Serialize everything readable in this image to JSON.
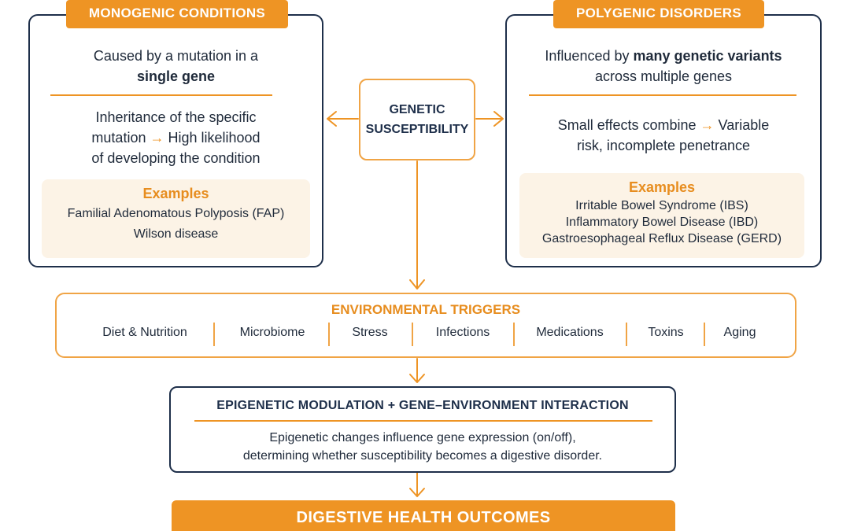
{
  "monogenic": {
    "tag": "MONOGENIC CONDITIONS",
    "desc_line1": "Caused by a mutation in a",
    "desc_bold": "single gene",
    "inherit_line1a": "Inheritance of the specific",
    "inherit_line2a": "mutation",
    "arrow": "→",
    "inherit_line2b": "High likelihood",
    "inherit_line3": "of developing the condition",
    "examples_title": "Examples",
    "examples": [
      "Familial Adenomatous Polyposis (FAP)",
      "Wilson disease"
    ]
  },
  "polygenic": {
    "tag": "POLYGENIC DISORDERS",
    "desc_a": "Influenced by ",
    "desc_bold": "many genetic variants",
    "desc_line2": "across multiple genes",
    "effect_line1a": "Small effects combine",
    "arrow": "→",
    "effect_line1b": "Variable",
    "effect_line2": "risk, incomplete penetrance",
    "examples_title": "Examples",
    "examples": [
      "Irritable Bowel Syndrome (IBS)",
      "Inflammatory Bowel Disease (IBD)",
      "Gastroesophageal Reflux Disease (GERD)"
    ]
  },
  "genetic": {
    "line1": "GENETIC",
    "line2": "SUSCEPTIBILITY"
  },
  "environment": {
    "title": "ENVIRONMENTAL TRIGGERS",
    "items": [
      "Diet & Nutrition",
      "Microbiome",
      "Stress",
      "Infections",
      "Medications",
      "Toxins",
      "Aging"
    ]
  },
  "epigenetic": {
    "title": "EPIGENETIC MODULATION + GENE–ENVIRONMENT INTERACTION",
    "line1": "Epigenetic changes influence gene expression (on/off),",
    "line2": "determining whether susceptibility becomes a digestive disorder."
  },
  "outcome": {
    "label": "DIGESTIVE HEALTH OUTCOMES"
  },
  "colors": {
    "accent": "#ee9424",
    "navy": "#1e2f4a",
    "examples_bg": "#fcf3e6"
  }
}
